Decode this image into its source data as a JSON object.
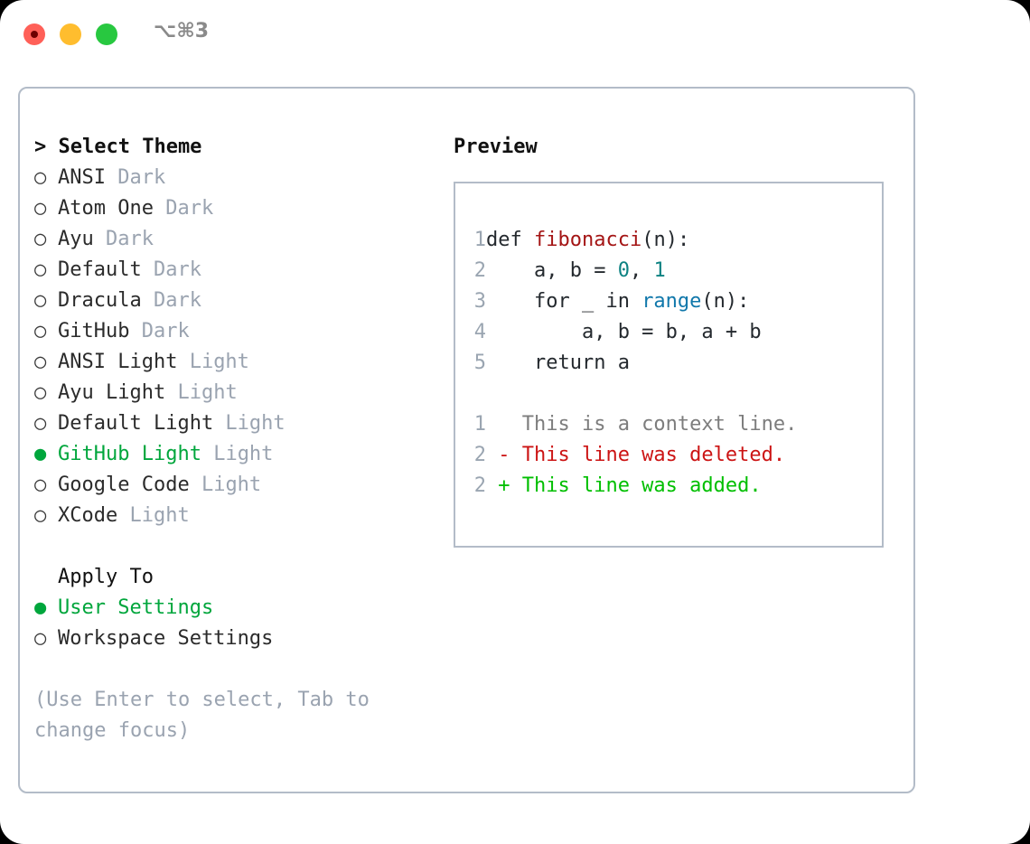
{
  "titlebar": {
    "shortcut": "⌥⌘3",
    "buttons": {
      "close": "close-window-button",
      "minimize": "minimize-window-button",
      "maximize": "maximize-window-button"
    }
  },
  "theme_picker": {
    "heading": "> Select Theme",
    "radio_off": "○",
    "radio_on": "●",
    "selected_index": 9,
    "items": [
      {
        "name": "ANSI",
        "variant": "Dark",
        "selected": false
      },
      {
        "name": "Atom One",
        "variant": "Dark",
        "selected": false
      },
      {
        "name": "Ayu",
        "variant": "Dark",
        "selected": false
      },
      {
        "name": "Default",
        "variant": "Dark",
        "selected": false
      },
      {
        "name": "Dracula",
        "variant": "Dark",
        "selected": false
      },
      {
        "name": "GitHub",
        "variant": "Dark",
        "selected": false
      },
      {
        "name": "ANSI Light",
        "variant": "Light",
        "selected": false
      },
      {
        "name": "Ayu Light",
        "variant": "Light",
        "selected": false
      },
      {
        "name": "Default Light",
        "variant": "Light",
        "selected": false
      },
      {
        "name": "GitHub Light",
        "variant": "Light",
        "selected": true
      },
      {
        "name": "Google Code",
        "variant": "Light",
        "selected": false
      },
      {
        "name": "XCode",
        "variant": "Light",
        "selected": false
      }
    ]
  },
  "apply_to": {
    "heading": "Apply To",
    "radio_off": "○",
    "radio_on": "●",
    "options": [
      {
        "label": "User Settings",
        "selected": true
      },
      {
        "label": "Workspace Settings",
        "selected": false
      }
    ]
  },
  "hint": "(Use Enter to select, Tab to change focus)",
  "preview": {
    "title": "Preview",
    "code_lines": [
      {
        "num": "1",
        "segments": [
          {
            "t": "def ",
            "c": "code-text"
          },
          {
            "t": "fibonacci",
            "c": "tok-fn"
          },
          {
            "t": "(n):",
            "c": "code-text"
          }
        ]
      },
      {
        "num": "2",
        "segments": [
          {
            "t": "    a, b = ",
            "c": "code-text"
          },
          {
            "t": "0",
            "c": "tok-num"
          },
          {
            "t": ", ",
            "c": "code-text"
          },
          {
            "t": "1",
            "c": "tok-num"
          }
        ]
      },
      {
        "num": "3",
        "segments": [
          {
            "t": "    for _ in ",
            "c": "code-text"
          },
          {
            "t": "range",
            "c": "tok-call"
          },
          {
            "t": "(n):",
            "c": "code-text"
          }
        ]
      },
      {
        "num": "4",
        "segments": [
          {
            "t": "        a, b = b, a + b",
            "c": "code-text"
          }
        ]
      },
      {
        "num": "5",
        "segments": [
          {
            "t": "    return a",
            "c": "code-text"
          }
        ]
      },
      {
        "num": "",
        "segments": [
          {
            "t": " ",
            "c": "code-text"
          }
        ]
      },
      {
        "num": "1",
        "segments": [
          {
            "t": "   This is a context line.",
            "c": "diff-ctx"
          }
        ]
      },
      {
        "num": "2",
        "segments": [
          {
            "t": " - This line was deleted.",
            "c": "diff-del"
          }
        ]
      },
      {
        "num": "2",
        "segments": [
          {
            "t": " + This line was added.",
            "c": "diff-add"
          }
        ]
      }
    ]
  },
  "colors": {
    "accent_green": "#00a63c",
    "diff_add": "#00bf00",
    "diff_del": "#cc1414",
    "muted": "#9aa3b0",
    "border": "#b3bcc8",
    "token_function": "#a41515",
    "token_number": "#0d8282",
    "token_call": "#1178ab",
    "dot_close": "#ff6058",
    "dot_minimize": "#ffbd2e",
    "dot_maximize": "#28c840"
  }
}
